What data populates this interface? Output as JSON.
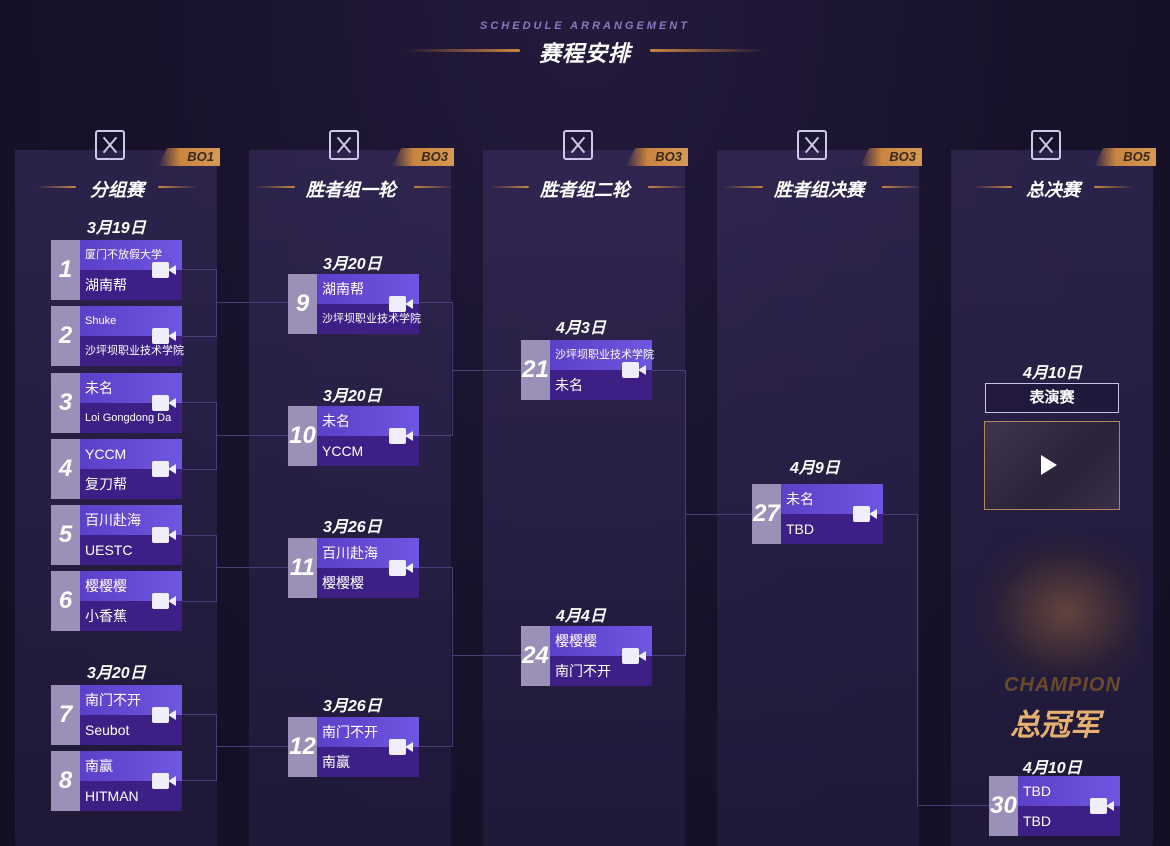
{
  "header": {
    "title_en": "SCHEDULE ARRANGEMENT",
    "title_cn": "赛程安排"
  },
  "columns": [
    {
      "title": "分组赛",
      "bo": "BO1",
      "logo_icon": "dota-logo-icon"
    },
    {
      "title": "胜者组一轮",
      "bo": "BO3",
      "logo_icon": "dota-logo-icon"
    },
    {
      "title": "胜者组二轮",
      "bo": "BO3",
      "logo_icon": "dota-logo-icon"
    },
    {
      "title": "胜者组决赛",
      "bo": "BO3",
      "logo_icon": "dota-logo-icon"
    },
    {
      "title": "总决赛",
      "bo": "BO5",
      "logo_icon": "dota-logo-icon"
    }
  ],
  "dates": {
    "group_a": "3月19日",
    "group_b": "3月20日",
    "m9": "3月20日",
    "m10": "3月20日",
    "m11": "3月26日",
    "m12": "3月26日",
    "m21": "4月3日",
    "m24": "4月4日",
    "m27": "4月9日",
    "exhibition": "4月10日",
    "m30": "4月10日"
  },
  "matches": {
    "m1": {
      "number": "1",
      "team1": "厦门不放假大学",
      "team2": "湖南帮"
    },
    "m2": {
      "number": "2",
      "team1": "Shuke",
      "team2": "沙坪坝职业技术学院"
    },
    "m3": {
      "number": "3",
      "team1": "未名",
      "team2": "Loi Gongdong Da"
    },
    "m4": {
      "number": "4",
      "team1": "YCCM",
      "team2": "复刀帮"
    },
    "m5": {
      "number": "5",
      "team1": "百川赴海",
      "team2": "UESTC"
    },
    "m6": {
      "number": "6",
      "team1": "樱樱樱",
      "team2": "小香蕉"
    },
    "m7": {
      "number": "7",
      "team1": "南门不开",
      "team2": "Seubot"
    },
    "m8": {
      "number": "8",
      "team1": "南赢",
      "team2": "HITMAN"
    },
    "m9": {
      "number": "9",
      "team1": "湖南帮",
      "team2": "沙坪坝职业技术学院"
    },
    "m10": {
      "number": "10",
      "team1": "未名",
      "team2": "YCCM"
    },
    "m11": {
      "number": "11",
      "team1": "百川赴海",
      "team2": "樱樱樱"
    },
    "m12": {
      "number": "12",
      "team1": "南门不开",
      "team2": "南赢"
    },
    "m21": {
      "number": "21",
      "team1": "沙坪坝职业技术学院",
      "team2": "未名"
    },
    "m24": {
      "number": "24",
      "team1": "樱樱樱",
      "team2": "南门不开"
    },
    "m27": {
      "number": "27",
      "team1": "未名",
      "team2": "TBD"
    },
    "m30": {
      "number": "30",
      "team1": "TBD",
      "team2": "TBD"
    }
  },
  "exhibition": {
    "label": "表演赛",
    "video_icon": "play-icon"
  },
  "champion": {
    "en": "CHAMPION",
    "cn": "总冠军"
  },
  "colors": {
    "background": "#17122a",
    "team1_bg": "#5b40c8",
    "team2_bg": "#3d1f86",
    "number_bg": "#9a90b8",
    "accent_gold": "#c9843f"
  }
}
